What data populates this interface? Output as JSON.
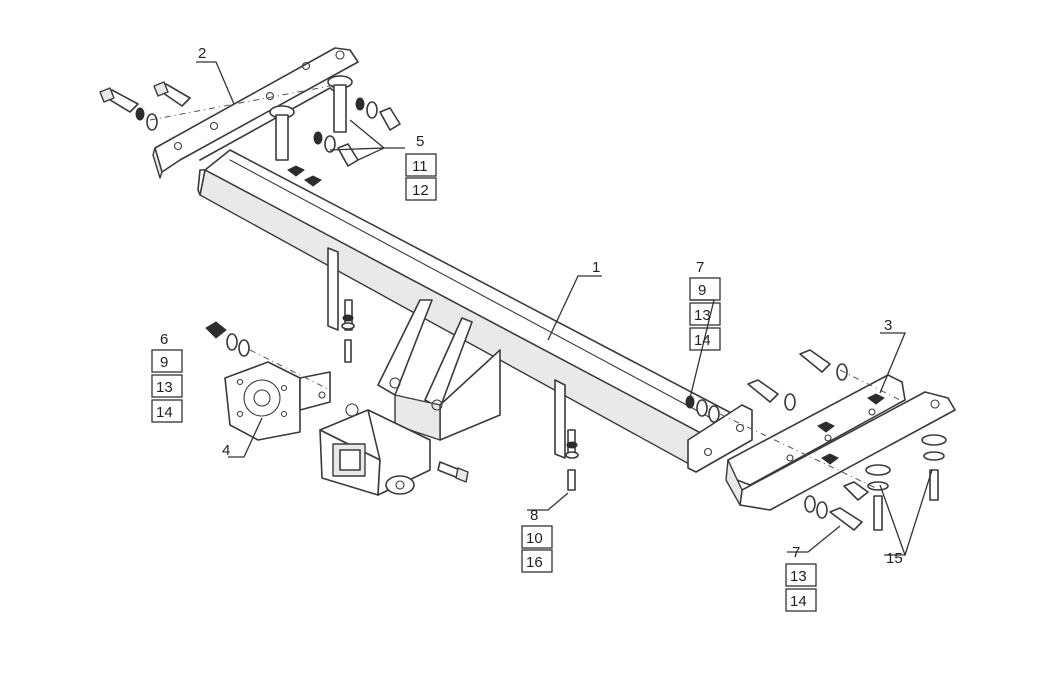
{
  "callouts": {
    "c1": "1",
    "c2": "2",
    "c3": "3",
    "c4": "4",
    "c5": [
      "5",
      "11",
      "12"
    ],
    "c6": [
      "6",
      "9",
      "13",
      "14"
    ],
    "c7a": [
      "7",
      "9",
      "13",
      "14"
    ],
    "c7b": [
      "7",
      "13",
      "14"
    ],
    "c8": [
      "8",
      "10",
      "16"
    ],
    "c15": "15"
  },
  "colors": {
    "line": "#3a3a3a",
    "background": "#ffffff"
  }
}
